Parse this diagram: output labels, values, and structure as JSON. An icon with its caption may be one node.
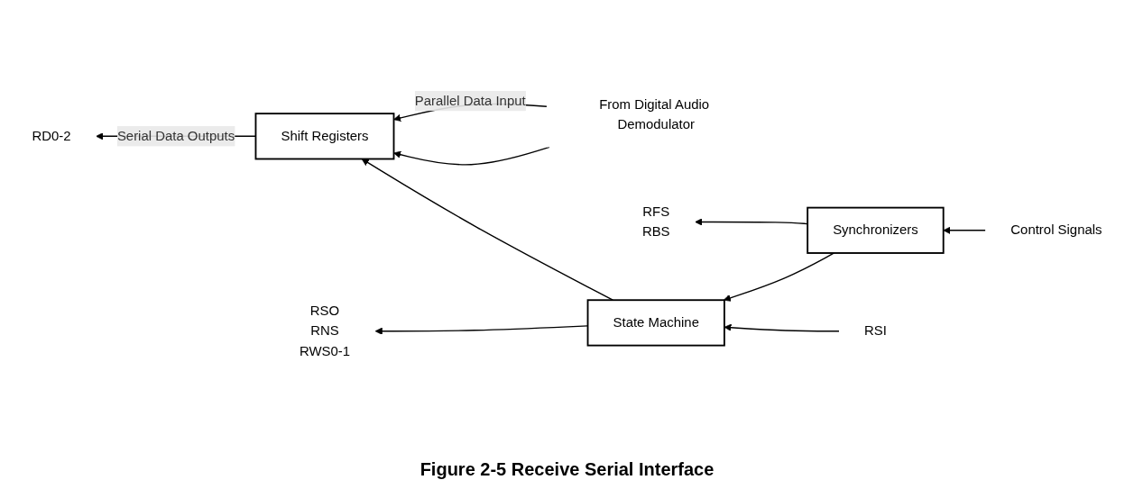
{
  "diagram": {
    "caption": "Figure 2-5  Receive Serial Interface",
    "nodes": [
      {
        "text": [
          "Shift Registers"
        ]
      },
      {
        "text": [
          "State Machine"
        ]
      },
      {
        "text": [
          "Synchronizers"
        ]
      },
      {
        "text": [
          "RD0-2"
        ]
      },
      {
        "text": [
          "RSI"
        ]
      },
      {
        "text": [
          "RSO",
          "RNS",
          "RWS0-1"
        ]
      },
      {
        "text": [
          "RFS",
          "RBS"
        ]
      },
      {
        "text": [
          "Control Signals"
        ]
      },
      {
        "text": [
          "From Digital Audio Demodulator"
        ]
      }
    ],
    "edges": [
      {
        "from": 0,
        "to": 3,
        "arrow": "to",
        "label": "Serial Data Outputs"
      },
      {
        "from": 1,
        "to": 0,
        "arrow": "to"
      },
      {
        "from": 4,
        "to": 1,
        "arrow": "to"
      },
      {
        "from": 1,
        "to": 5,
        "arrow": "to"
      },
      {
        "from": 2,
        "to": 1,
        "arrow": "to"
      },
      {
        "from": 2,
        "to": 6,
        "arrow": "to"
      },
      {
        "from": 7,
        "to": 2,
        "arrow": "to"
      },
      {
        "from": 8,
        "to": 0,
        "arrow": "to"
      },
      {
        "from": 8,
        "to": 0,
        "arrow": "to",
        "label": "Parallel Data Input"
      }
    ]
  }
}
